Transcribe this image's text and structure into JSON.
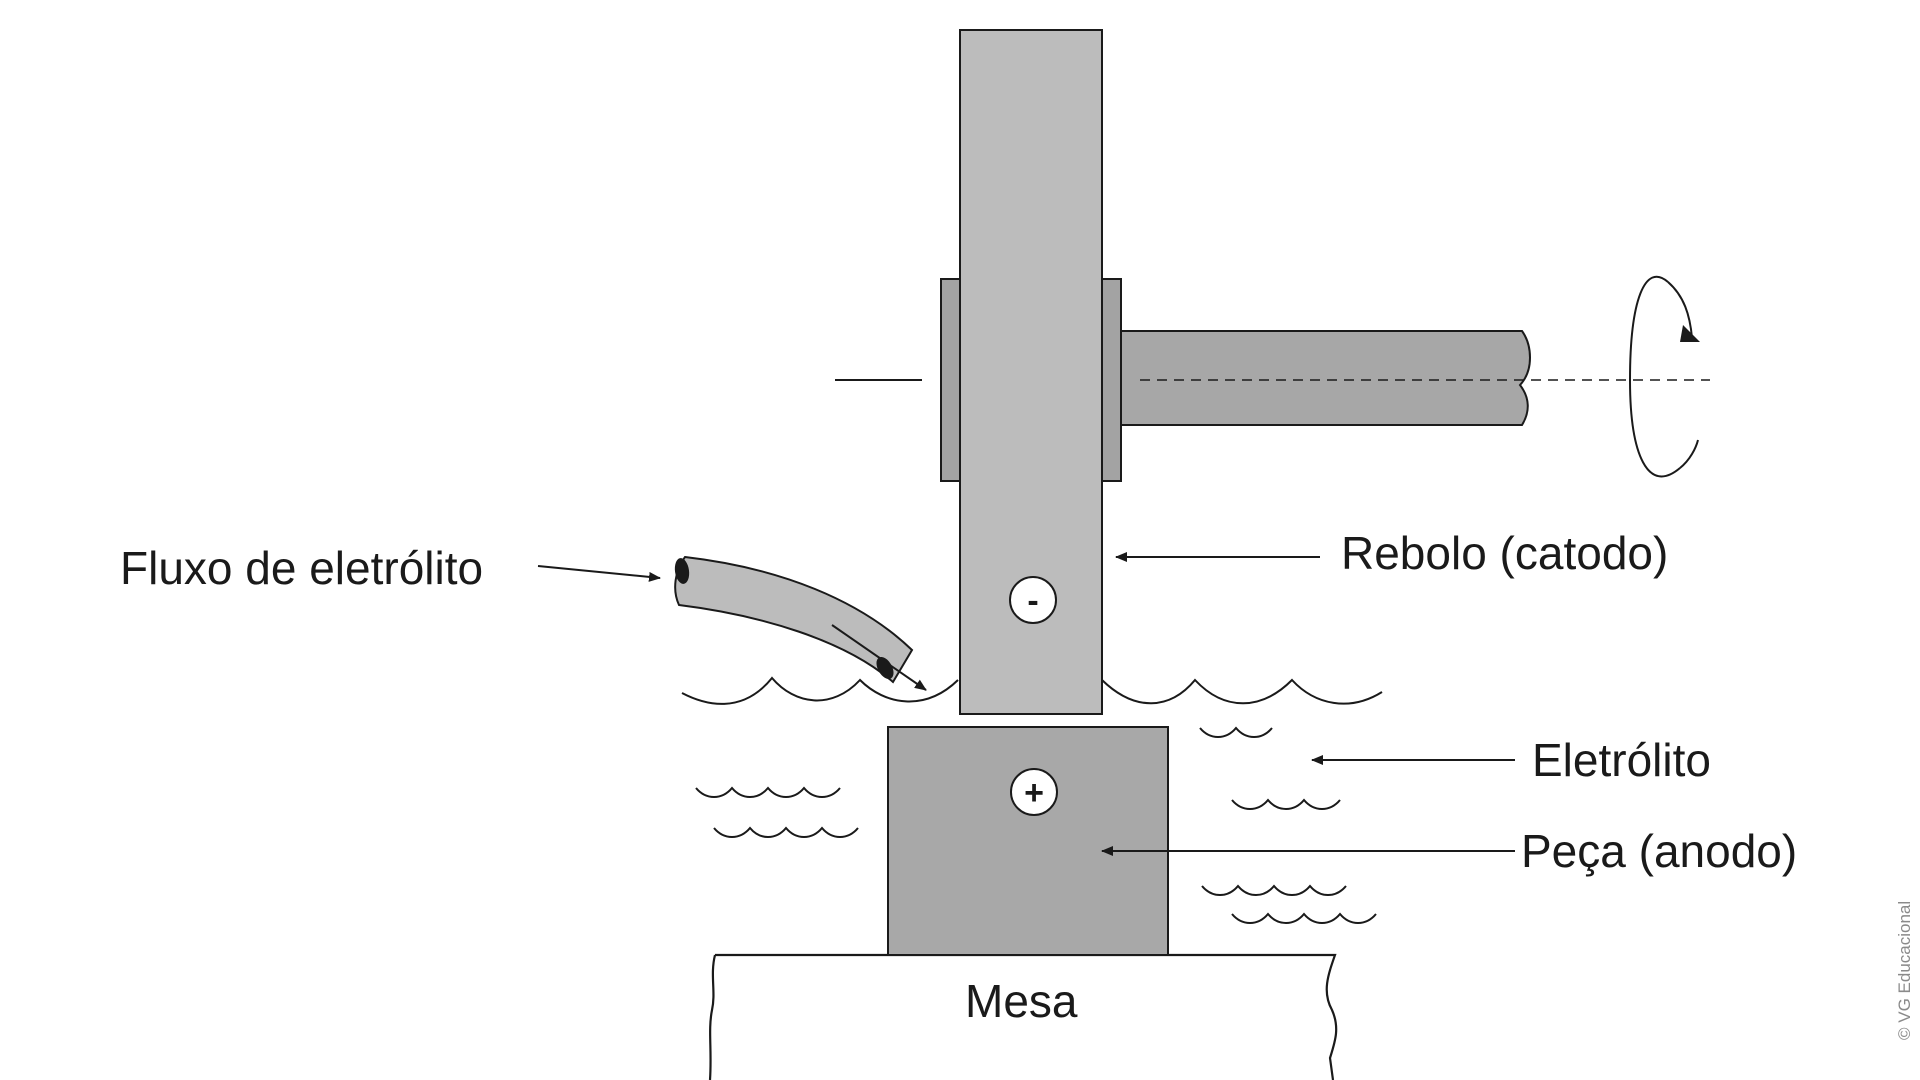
{
  "labels": {
    "flux": "Fluxo de eletrólito",
    "wheel": "Rebolo (catodo)",
    "electrolyte": "Eletrólito",
    "piece": "Peça (anodo)",
    "table": "Mesa",
    "minus": "-",
    "plus": "+"
  },
  "credit": "© VG Educacional",
  "colors": {
    "wheel": "#bcbcbc",
    "shaft": "#a7a7a7",
    "piece": "#a8a8a8",
    "stroke": "#1a1a1a",
    "background": "#ffffff"
  }
}
